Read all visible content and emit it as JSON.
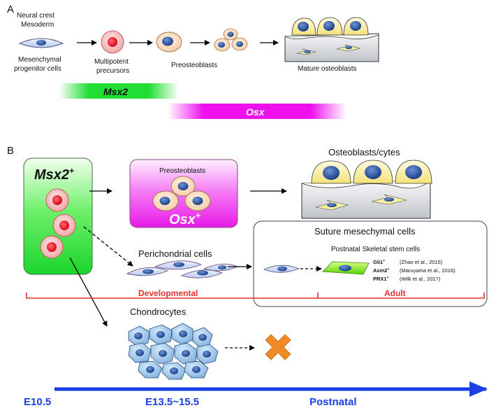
{
  "panel_a": {
    "label": "A",
    "origin_line1": "Neural crest",
    "origin_line2": "Mesoderm",
    "stages": [
      {
        "line1": "Mesenchymal",
        "line2": "progenitor cells"
      },
      {
        "line1": "Multipotent",
        "line2": "precursors"
      },
      {
        "line1": "Preosteoblasts",
        "line2": ""
      },
      {
        "line1": "Mature osteoblasts",
        "line2": ""
      }
    ],
    "bar_msx2": "Msx2",
    "bar_osx": "Osx",
    "colors": {
      "msx2": "#22dd33",
      "osx": "#ee11ee"
    }
  },
  "panel_b": {
    "label": "B",
    "msx2_label": "Msx2",
    "msx2_sup": "+",
    "preosteo_label": "Preosteoblasts",
    "osx_label": "Osx",
    "osx_sup": "+",
    "osteoblasts_label": "Osteoblasts/cytes",
    "suture_title": "Suture mesechymal cells",
    "perichondrial_label": "Perichondrial cells",
    "stem_title": "Postnatal Skeletal stem cells",
    "markers": [
      {
        "name": "Gli1",
        "sup": "+",
        "ref": "(Zhao et al., 2015)"
      },
      {
        "name": "Axin2",
        "sup": "+",
        "ref": "(Maruyama et al., 2016)"
      },
      {
        "name": "PRX1",
        "sup": "+",
        "ref": "(Wilk et al., 2017)"
      }
    ],
    "developmental_label": "Developmental",
    "adult_label": "Adult",
    "chondrocytes_label": "Chondrocytes",
    "timeline": [
      "E10.5",
      "E13.5~15.5",
      "Postnatal"
    ],
    "colors": {
      "bracket": "#e53030",
      "timeline": "#1a3fe6",
      "cross": "#f08a24"
    }
  }
}
